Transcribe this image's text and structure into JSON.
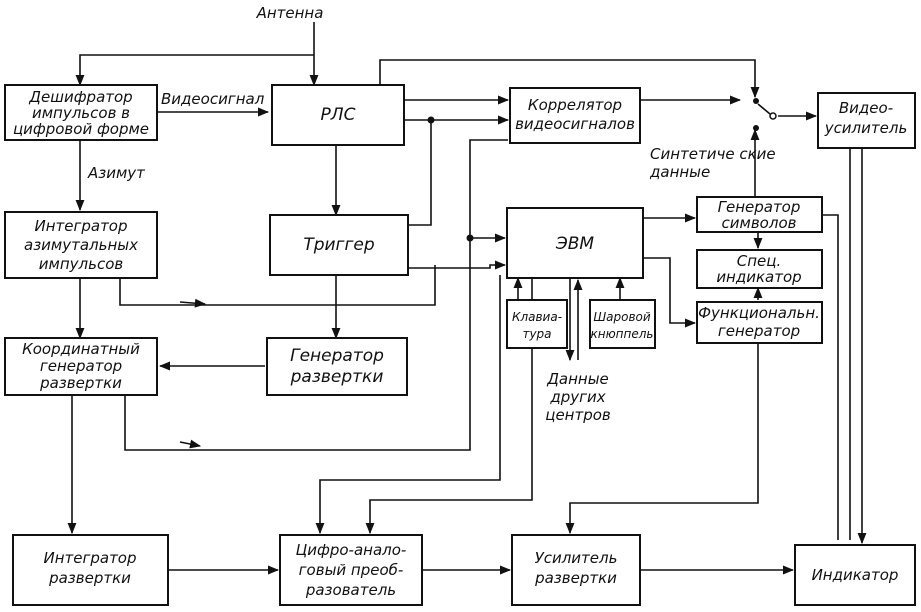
{
  "antenna_label": "Антенна",
  "boxes": {
    "decoder": [
      "Дешифратор",
      "импульсов в",
      "цифровой форме"
    ],
    "rls": [
      "РЛС"
    ],
    "correlator": [
      "Коррелятор",
      "видеосигналов"
    ],
    "video_amp": [
      "Видео-",
      "усилитель"
    ],
    "azimuth_integrator": [
      "Интегратор",
      "азимутальных",
      "импульсов"
    ],
    "trigger": [
      "Триггер"
    ],
    "computer": [
      "ЭВМ"
    ],
    "symbol_generator": [
      "Генератор",
      "символов"
    ],
    "special_indicator": [
      "Спец.",
      "индикатор"
    ],
    "function_generator": [
      "Функциональн.",
      "генератор"
    ],
    "keyboard": [
      "Клавиа-",
      "тура"
    ],
    "trackball": [
      "Шаровой",
      "кнюппель"
    ],
    "coordinate_sweep_generator": [
      "Координатный",
      "генератор",
      "развертки"
    ],
    "sweep_generator": [
      "Генератор",
      "развертки"
    ],
    "sweep_integrator": [
      "Интегратор",
      "развертки"
    ],
    "dac": [
      "Цифро-анало-",
      "говый преоб-",
      "разователь"
    ],
    "sweep_amplifier": [
      "Усилитель",
      "развертки"
    ],
    "indicator": [
      "Индикатор"
    ]
  },
  "labels": {
    "video_signal": "Видеосигнал",
    "azimuth": "Азимут",
    "synthetic_data": [
      "Синтетиче ские",
      "данные"
    ],
    "other_centers_data": [
      "Данные",
      "других",
      "центров"
    ]
  }
}
